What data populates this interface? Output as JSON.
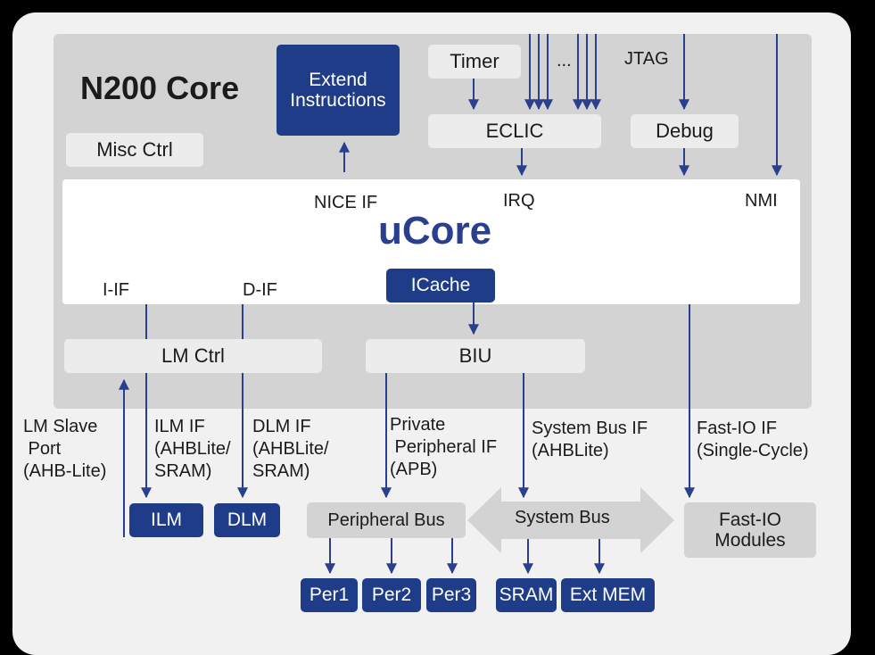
{
  "core": {
    "title": "N200 Core",
    "extend_instructions": "Extend\nInstructions",
    "misc_ctrl": "Misc Ctrl",
    "timer": "Timer",
    "ellipsis": "...",
    "jtag": "JTAG",
    "eclic": "ECLIC",
    "debug": "Debug",
    "lm_ctrl": "LM Ctrl",
    "biu": "BIU"
  },
  "ucore": {
    "name": "uCore",
    "nice_if": "NICE IF",
    "irq": "IRQ",
    "nmi": "NMI",
    "i_if": "I-IF",
    "d_if": "D-IF",
    "icache": "ICache"
  },
  "interfaces": {
    "lm_slave_port": "LM Slave\n Port\n(AHB-Lite)",
    "ilm_if": "ILM IF\n(AHBLite/\nSRAM)",
    "dlm_if": "DLM IF\n(AHBLite/\nSRAM)",
    "private_peripheral_if": "Private\n Peripheral IF\n(APB)",
    "system_bus_if": "System Bus IF\n(AHBLite)",
    "fast_io_if": "Fast-IO IF\n(Single-Cycle)"
  },
  "blocks": {
    "ilm": "ILM",
    "dlm": "DLM",
    "peripheral_bus": "Peripheral Bus",
    "system_bus": "System Bus",
    "fast_io_modules": "Fast-IO\nModules",
    "per1": "Per1",
    "per2": "Per2",
    "per3": "Per3",
    "sram": "SRAM",
    "ext_mem": "Ext MEM"
  },
  "colors": {
    "dark_blue": "#1f3c88",
    "wire": "#2a3f8e",
    "light_box": "#ececec",
    "core_bg": "#d3d3d3"
  }
}
